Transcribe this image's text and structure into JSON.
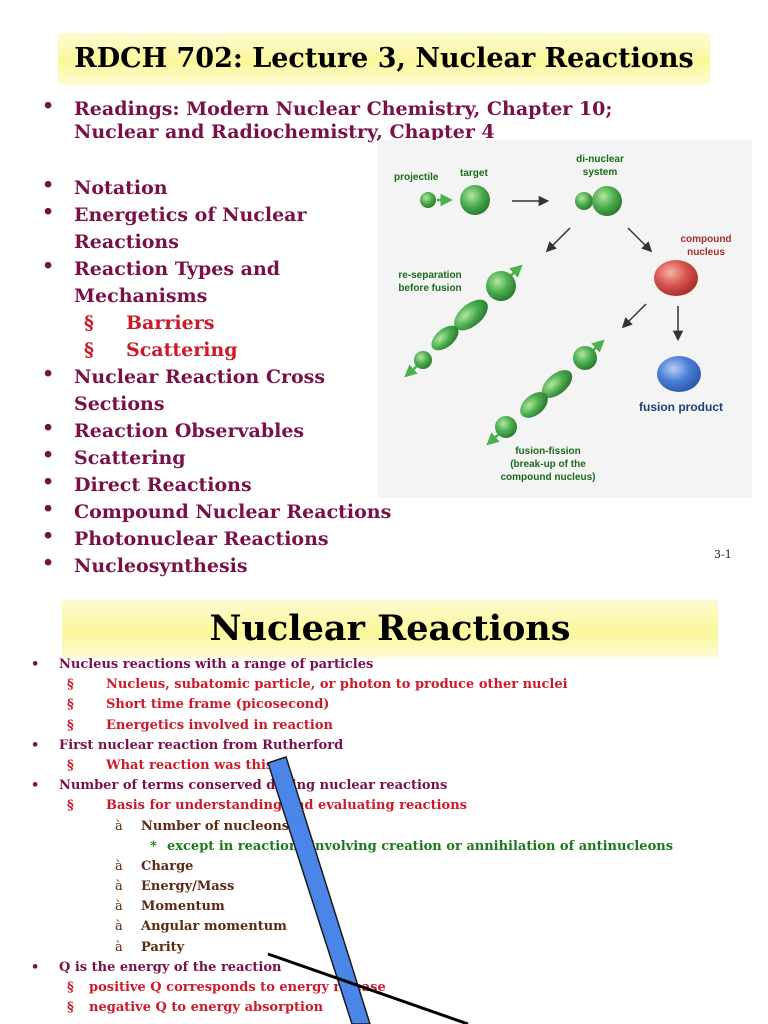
{
  "slide1": {
    "title": "RDCH 702:  Lecture 3, Nuclear Reactions",
    "readings": "Readings:  Modern Nuclear Chemistry, Chapter 10; Nuclear and Radiochemistry, Chapter 4",
    "topics": {
      "notation": "Notation",
      "energetics": "Energetics of Nuclear Reactions",
      "types": "Reaction Types and Mechanisms",
      "barriers": "Barriers",
      "scattering_sub": "Scattering",
      "cross_sections": "Nuclear Reaction Cross Sections",
      "observables": "Reaction Observables",
      "scattering": "Scattering",
      "direct": "Direct Reactions",
      "compound": "Compound Nuclear Reactions",
      "photonuclear": "Photonuclear Reactions",
      "nucleosynthesis": "Nucleosynthesis"
    },
    "page_number": "3-1",
    "diagram": {
      "projectile": "projectile",
      "target": "target",
      "dinuclear_1": "di-nuclear",
      "dinuclear_2": "system",
      "compound_1": "compound",
      "compound_2": "nucleus",
      "reseparation_1": "re-separation",
      "reseparation_2": "before fusion",
      "fusion_product": "fusion product",
      "fusion_fission_1": "fusion-fission",
      "fusion_fission_2": "(break-up of the",
      "fusion_fission_3": "compound nucleus)",
      "colors": {
        "nucleus_green": "#4caf50",
        "compound_red": "#d9534f",
        "product_blue": "#4a7fd6",
        "label_green": "#1a6a1a",
        "label_red": "#a0302a",
        "label_blue": "#1f3f7a"
      }
    }
  },
  "slide2": {
    "title": "Nuclear Reactions",
    "items": {
      "i1": "Nucleus reactions with a range of particles",
      "i1a": "Nucleus, subatomic particle, or photon to produce other nuclei",
      "i1b": "Short time frame (picosecond)",
      "i1c": "Energetics involved in reaction",
      "i2": "First nuclear reaction from Rutherford",
      "i2a": "What reaction was this?",
      "i3": "Number of terms conserved during nuclear reactions",
      "i3a": "Basis for understanding and evaluating reactions",
      "c1": "Number of nucleons",
      "c1a": "except in reactions involving creation or annihilation of antinucleons",
      "c2": "Charge",
      "c3": "Energy/Mass",
      "c4": "Momentum",
      "c5": "Angular momentum",
      "c6": "Parity",
      "i4": "Q is the energy of the reaction",
      "i4a": "positive Q corresponds to energy release",
      "i4b": "negative Q to energy absorption"
    }
  },
  "colors": {
    "title_bg": "#fbf79a",
    "bullet_text": "#7a1048",
    "sub_text": "#cc1a2a",
    "tertiary_text": "#5a2a12",
    "quaternary_text": "#1a7a1a",
    "overlay_blue": "#4a86e8"
  }
}
